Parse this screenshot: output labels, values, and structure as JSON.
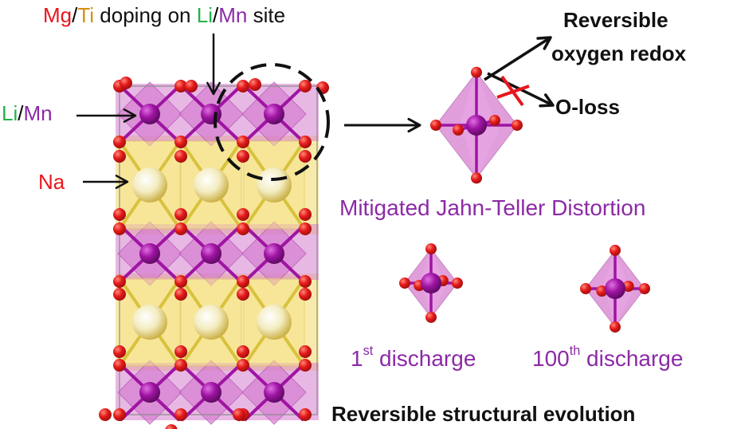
{
  "colors": {
    "red": "#e8171d",
    "orange": "#d4900b",
    "green": "#21b24a",
    "purple": "#8c2aa6",
    "black": "#111111",
    "magenta_polyhedra": "#d67ed0",
    "yellow_layer": "#f2d865",
    "oxygen": "#e51b1b",
    "tm_atom": "#9f14a3",
    "na_atom": "#f6f0c6"
  },
  "doping": {
    "mg": "Mg",
    "slash1": "/",
    "ti": "Ti",
    "text1": " doping on ",
    "li": "Li",
    "slash2": "/",
    "mn": "Mn",
    "text2": " site"
  },
  "site": {
    "li": "Li",
    "slash": "/",
    "mn": "Mn"
  },
  "na_label": "Na",
  "redox": {
    "line1": "Reversible",
    "line2": "oxygen redox"
  },
  "oloss": "O-loss",
  "jahn_teller": "Mitigated Jahn-Teller Distortion",
  "first": {
    "num": "1",
    "sup": "st",
    "text": " discharge"
  },
  "hundredth": {
    "num": "100",
    "sup": "th",
    "text": " discharge"
  },
  "evolution": "Reversible structural evolution"
}
